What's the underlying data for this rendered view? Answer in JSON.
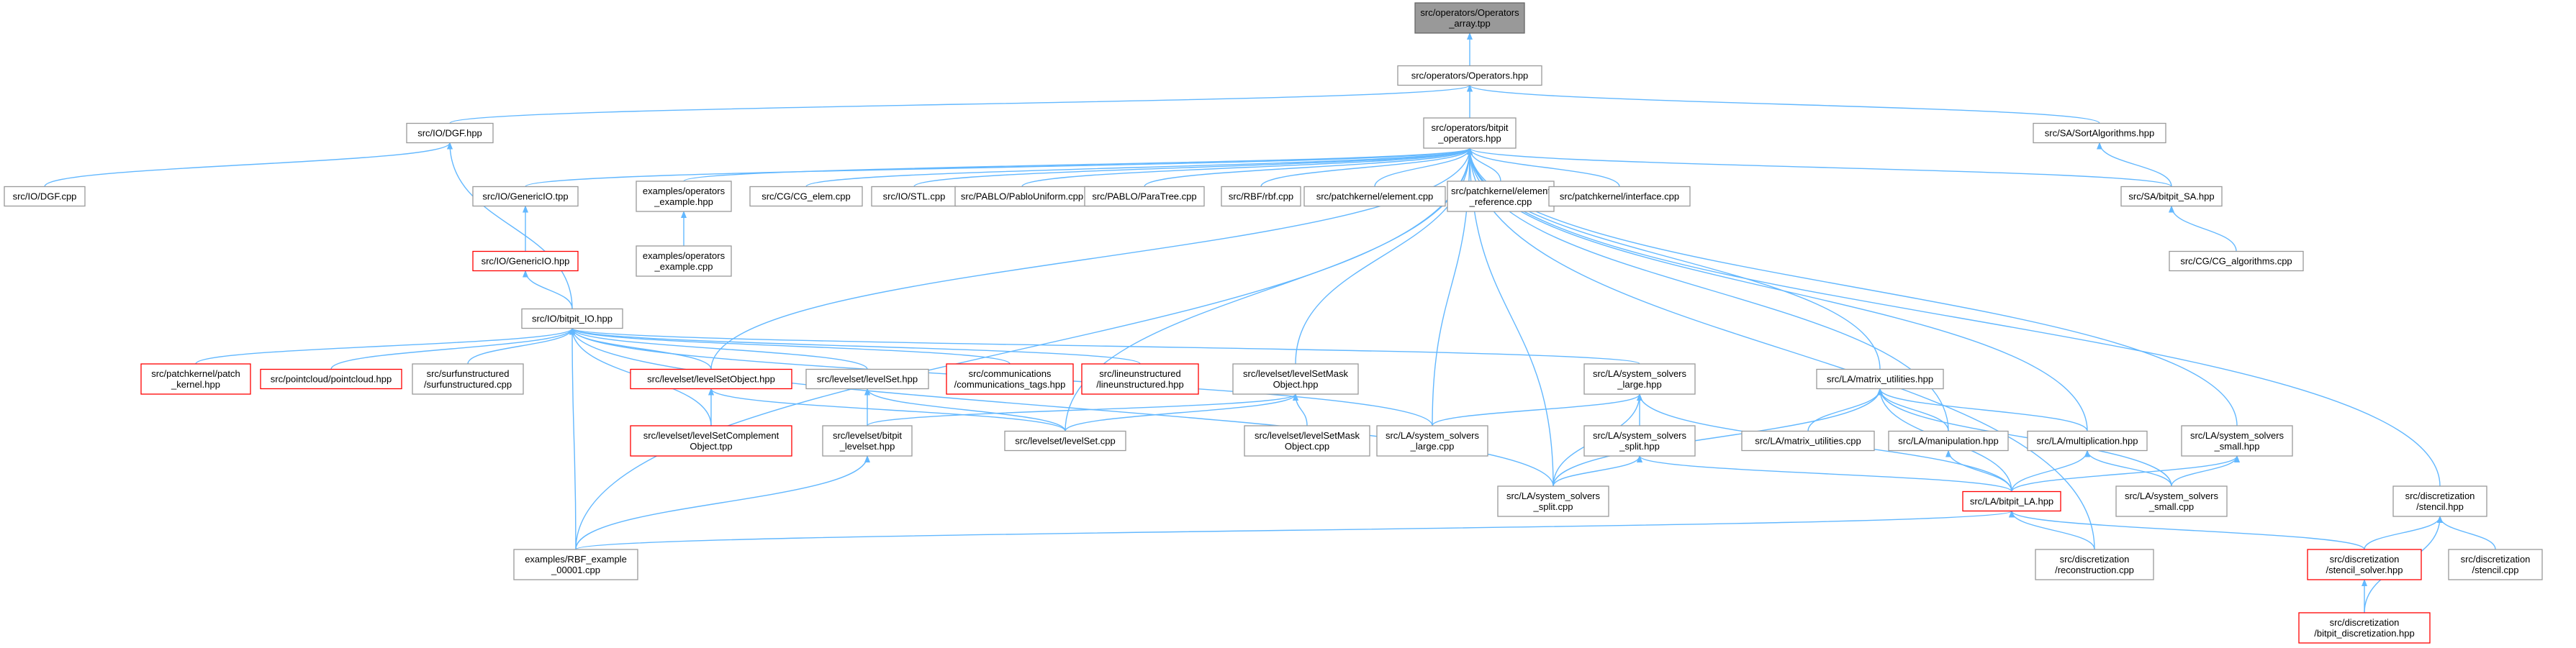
{
  "colors": {
    "edge": "#63b8ff",
    "node_border": "#999999",
    "root_fill": "#999999",
    "incomplete_border": "#ff0000",
    "background": "#ffffff"
  },
  "nodes": {
    "n_tpp": [
      "src/operators/Operators",
      "_array.tpp"
    ],
    "n_ophpp": [
      "src/operators/Operators.hpp"
    ],
    "n_dgfhpp": [
      "src/IO/DGF.hpp"
    ],
    "n_bop": [
      "src/operators/bitpit",
      "_operators.hpp"
    ],
    "n_sorthpp": [
      "src/SA/SortAlgorithms.hpp"
    ],
    "n_dgfcpp": [
      "src/IO/DGF.cpp"
    ],
    "n_gentpp": [
      "src/IO/GenericIO.tpp"
    ],
    "n_exophpp": [
      "examples/operators",
      "_example.hpp"
    ],
    "n_cgelem": [
      "src/CG/CG_elem.cpp"
    ],
    "n_stl": [
      "src/IO/STL.cpp"
    ],
    "n_pablou": [
      "src/PABLO/PabloUniform.cpp"
    ],
    "n_paratree": [
      "src/PABLO/ParaTree.cpp"
    ],
    "n_rbf": [
      "src/RBF/rbf.cpp"
    ],
    "n_pkelem": [
      "src/patchkernel/element.cpp"
    ],
    "n_pkelref": [
      "src/patchkernel/element",
      "_reference.cpp"
    ],
    "n_pkiface": [
      "src/patchkernel/interface.cpp"
    ],
    "n_sabitpit": [
      "src/SA/bitpit_SA.hpp"
    ],
    "n_exopcpp": [
      "examples/operators",
      "_example.cpp"
    ],
    "n_cgalg": [
      "src/CG/CG_algorithms.cpp"
    ],
    "n_genhpp": [
      "src/IO/GenericIO.hpp"
    ],
    "n_iohpp": [
      "src/IO/bitpit_IO.hpp"
    ],
    "n_pkpatch": [
      "src/patchkernel/patch",
      "_kernel.hpp"
    ],
    "n_pc": [
      "src/pointcloud/pointcloud.hpp"
    ],
    "n_surf": [
      "src/surfunstructured",
      "/surfunstructured.cpp"
    ],
    "n_lsobj": [
      "src/levelset/levelSetObject.hpp"
    ],
    "n_lshpp": [
      "src/levelset/levelSet.hpp"
    ],
    "n_comm": [
      "src/communications",
      "/communications_tags.hpp"
    ],
    "n_lineu": [
      "src/lineunstructured",
      "/lineunstructured.hpp"
    ],
    "n_lsmask": [
      "src/levelset/levelSetMask",
      "Object.hpp"
    ],
    "n_lslarge": [
      "src/LA/system_solvers",
      "_large.hpp"
    ],
    "n_matutil": [
      "src/LA/matrix_utilities.hpp"
    ],
    "n_lscomp": [
      "src/levelset/levelSetComplement",
      "Object.tpp"
    ],
    "n_lsbitpit": [
      "src/levelset/bitpit",
      "_levelset.hpp"
    ],
    "n_lscpp": [
      "src/levelset/levelSet.cpp"
    ],
    "n_lsmaskcpp": [
      "src/levelset/levelSetMask",
      "Object.cpp"
    ],
    "n_larcpp": [
      "src/LA/system_solvers",
      "_large.cpp"
    ],
    "n_splithpp": [
      "src/LA/system_solvers",
      "_split.hpp"
    ],
    "n_matutilcpp": [
      "src/LA/matrix_utilities.cpp"
    ],
    "n_manip": [
      "src/LA/manipulation.hpp"
    ],
    "n_mult": [
      "src/LA/multiplication.hpp"
    ],
    "n_smallhpp": [
      "src/LA/system_solvers",
      "_small.hpp"
    ],
    "n_splitcpp": [
      "src/LA/system_solvers",
      "_split.cpp"
    ],
    "n_labitpit": [
      "src/LA/bitpit_LA.hpp"
    ],
    "n_smallcpp": [
      "src/LA/system_solvers",
      "_small.cpp"
    ],
    "n_stencilhpp": [
      "src/discretization",
      "/stencil.hpp"
    ],
    "n_rbfex": [
      "examples/RBF_example",
      "_00001.cpp"
    ],
    "n_recon": [
      "src/discretization",
      "/reconstruction.cpp"
    ],
    "n_stsolver": [
      "src/discretization",
      "/stencil_solver.hpp"
    ],
    "n_stencilcpp": [
      "src/discretization",
      "/stencil.cpp"
    ],
    "n_discr": [
      "src/discretization",
      "/bitpit_discretization.hpp"
    ]
  }
}
